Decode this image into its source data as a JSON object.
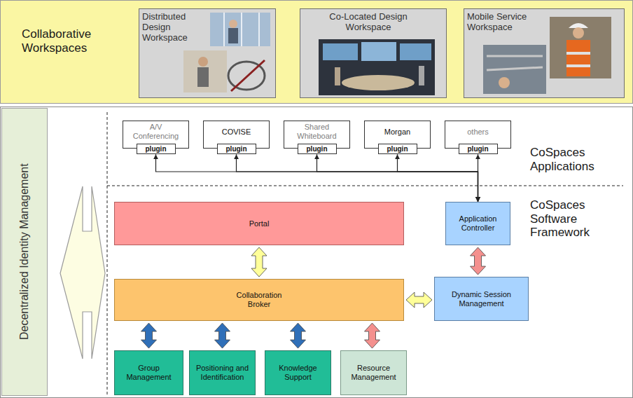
{
  "diagram": {
    "nodes": [
      {
        "text": [
          "Collaborative Workspaces"
        ]
      },
      {
        "text": [
          "Distributed Design Workspace"
        ],
        "in": 0
      },
      {
        "text": [
          "Co-Located Design Workspace"
        ],
        "in": 0
      },
      {
        "text": [
          "Mobile Service Workspace"
        ],
        "in": 0
      },
      {
        "text": [
          "Decentralized Identity Management"
        ]
      },
      {
        "text": [
          "A/V Conferencing"
        ]
      },
      {
        "text": [
          "plugin"
        ],
        "in": 5
      },
      {
        "text": [
          "COVISE"
        ]
      },
      {
        "text": [
          "plugin"
        ],
        "in": 7
      },
      {
        "text": [
          "Shared Whiteboard"
        ]
      },
      {
        "text": [
          "plugin"
        ],
        "in": 9
      },
      {
        "text": [
          "Morgan"
        ]
      },
      {
        "text": [
          "plugin"
        ],
        "in": 11
      },
      {
        "text": [
          "others"
        ]
      },
      {
        "text": [
          "plugin"
        ],
        "in": 13
      },
      {
        "text": [
          "Portal"
        ]
      },
      {
        "text": [
          "Application Controller"
        ]
      },
      {
        "text": [
          "Collaboration Broker"
        ]
      },
      {
        "text": [
          "Dynamic Session Management"
        ]
      },
      {
        "text": [
          "Group Management"
        ]
      },
      {
        "text": [
          "Positioning and Identification"
        ]
      },
      {
        "text": [
          "Knowledge Support"
        ]
      },
      {
        "text": [
          "Resource Management"
        ]
      }
    ],
    "edges": [
      {
        "from": 16,
        "to": 6,
        "arrow": "both"
      },
      {
        "from": 16,
        "to": 8,
        "arrow": "both"
      },
      {
        "from": 16,
        "to": 10,
        "arrow": "both"
      },
      {
        "from": 16,
        "to": 12,
        "arrow": "both"
      },
      {
        "from": 16,
        "to": 14,
        "arrow": "both"
      },
      {
        "from": 15,
        "to": 17,
        "arrow": "both"
      },
      {
        "from": 16,
        "to": 18,
        "arrow": "both"
      },
      {
        "from": 17,
        "to": 18,
        "arrow": "both"
      },
      {
        "from": 17,
        "to": 19,
        "arrow": "both"
      },
      {
        "from": 17,
        "to": 20,
        "arrow": "both"
      },
      {
        "from": 17,
        "to": 21,
        "arrow": "both"
      },
      {
        "from": 17,
        "to": 22,
        "arrow": "both"
      }
    ],
    "labels": [
      "CoSpaces Applications",
      "CoSpaces Software Framework"
    ]
  }
}
